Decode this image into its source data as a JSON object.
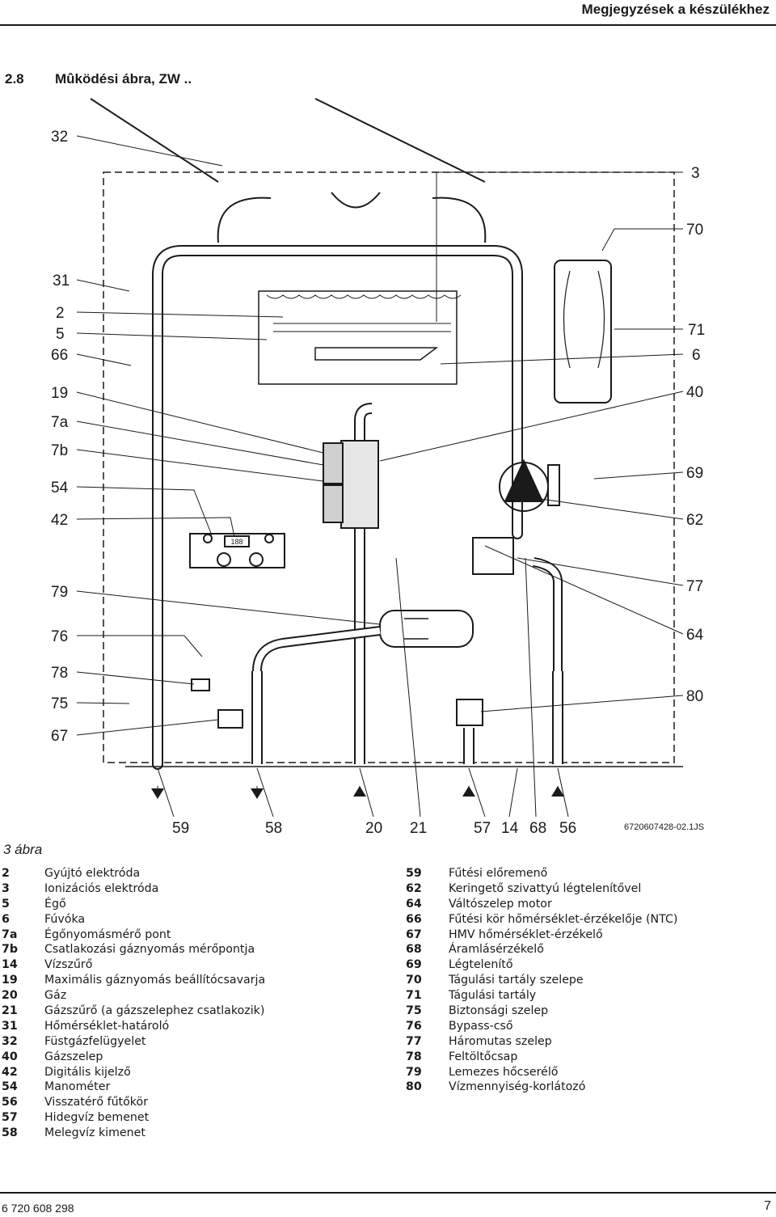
{
  "header": {
    "title": "Megjegyzések a készülékhez"
  },
  "section": {
    "number": "2.8",
    "title": "Mûködési ábra, ZW .."
  },
  "diagram": {
    "left_labels": [
      "32",
      "31",
      "2",
      "5",
      "66",
      "19",
      "7a",
      "7b",
      "54",
      "42",
      "79",
      "76",
      "78",
      "75",
      "67"
    ],
    "right_labels": [
      "3",
      "70",
      "71",
      "6",
      "40",
      "69",
      "62",
      "77",
      "64",
      "80"
    ],
    "bottom_labels": [
      "59",
      "58",
      "20",
      "21",
      "57",
      "14",
      "68",
      "56"
    ],
    "drawing_code": "6720607428-02.1JS",
    "display_text": "188"
  },
  "caption": "3 ábra",
  "legend": {
    "left": [
      {
        "num": "2",
        "text": "Gyújtó elektróda"
      },
      {
        "num": "3",
        "text": "Ionizációs elektróda"
      },
      {
        "num": "5",
        "text": "Égő"
      },
      {
        "num": "6",
        "text": "Fúvóka"
      },
      {
        "num": "7a",
        "text": "Égőnyomásmérő pont"
      },
      {
        "num": "7b",
        "text": "Csatlakozási gáznyomás mérőpontja"
      },
      {
        "num": "14",
        "text": "Vízszűrő"
      },
      {
        "num": "19",
        "text": "Maximális gáznyomás beállítócsavarja"
      },
      {
        "num": "20",
        "text": "Gáz"
      },
      {
        "num": "21",
        "text": "Gázszűrő (a gázszelephez csatlakozik)"
      },
      {
        "num": "31",
        "text": "Hőmérséklet-határoló"
      },
      {
        "num": "32",
        "text": "Füstgázfelügyelet"
      },
      {
        "num": "40",
        "text": "Gázszelep"
      },
      {
        "num": "42",
        "text": "Digitális kijelző"
      },
      {
        "num": "54",
        "text": "Manométer"
      },
      {
        "num": "56",
        "text": "Visszatérő fűtőkör"
      },
      {
        "num": "57",
        "text": "Hidegvíz bemenet"
      },
      {
        "num": "58",
        "text": "Melegvíz kimenet"
      }
    ],
    "right": [
      {
        "num": "59",
        "text": "Fűtési előremenő"
      },
      {
        "num": "62",
        "text": "Keringető szivattyú légtelenítővel"
      },
      {
        "num": "64",
        "text": "Váltószelep motor"
      },
      {
        "num": "66",
        "text": "Fűtési kör hőmérséklet-érzékelője (NTC)"
      },
      {
        "num": "67",
        "text": "HMV hőmérséklet-érzékelő"
      },
      {
        "num": "68",
        "text": "Áramlásérzékelő"
      },
      {
        "num": "69",
        "text": "Légtelenítő"
      },
      {
        "num": "70",
        "text": "Tágulási tartály szelepe"
      },
      {
        "num": "71",
        "text": "Tágulási tartály"
      },
      {
        "num": "75",
        "text": "Biztonsági szelep"
      },
      {
        "num": "76",
        "text": "Bypass-cső"
      },
      {
        "num": "77",
        "text": "Háromutas szelep"
      },
      {
        "num": "78",
        "text": "Feltöltőcsap"
      },
      {
        "num": "79",
        "text": "Lemezes hőcserélő"
      },
      {
        "num": "80",
        "text": "Vízmennyiség-korlátozó"
      }
    ]
  },
  "footer": {
    "code": "6 720 608 298",
    "page": "7"
  }
}
